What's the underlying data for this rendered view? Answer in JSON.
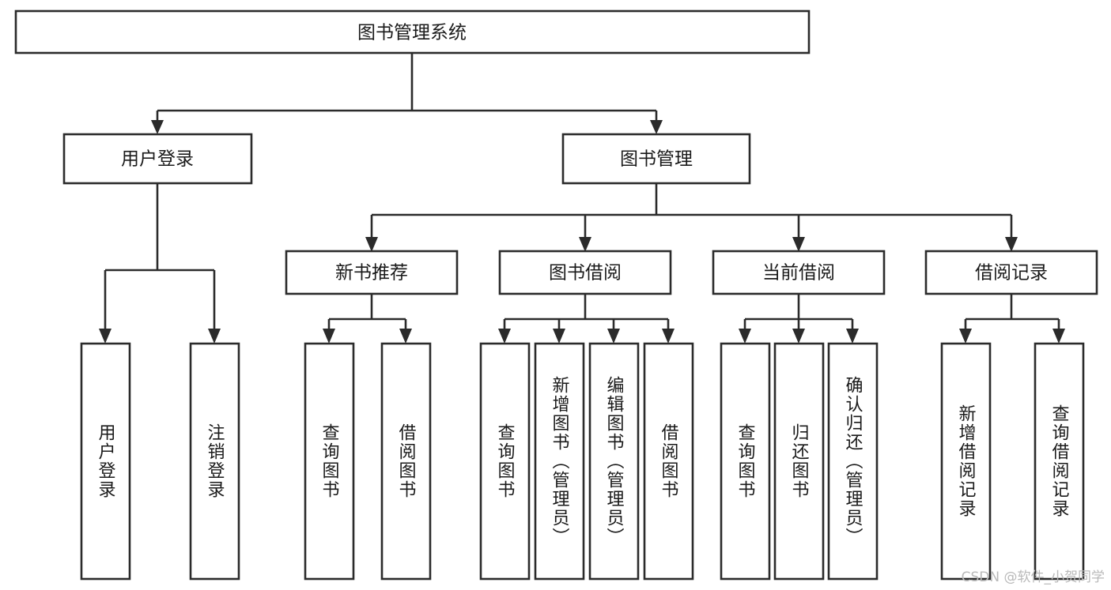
{
  "diagram": {
    "title": "图书管理系统",
    "type": "tree-hierarchy-diagram",
    "root": {
      "label": "图书管理系统",
      "level": 0
    },
    "level1": [
      {
        "label": "用户登录"
      },
      {
        "label": "图书管理"
      }
    ],
    "level2": [
      {
        "label": "新书推荐",
        "parent": "图书管理"
      },
      {
        "label": "图书借阅",
        "parent": "图书管理"
      },
      {
        "label": "当前借阅",
        "parent": "图书管理"
      },
      {
        "label": "借阅记录",
        "parent": "图书管理"
      }
    ],
    "leaves": {
      "user_login": [
        {
          "label": "用户登录"
        },
        {
          "label": "注销登录"
        }
      ],
      "new_book_recommend": [
        {
          "label": "查询图书"
        },
        {
          "label": "借阅图书"
        }
      ],
      "book_borrow": [
        {
          "label": "查询图书"
        },
        {
          "label": "新增图书（管理员）"
        },
        {
          "label": "编辑图书（管理员）"
        },
        {
          "label": "借阅图书"
        }
      ],
      "current_borrow": [
        {
          "label": "查询图书"
        },
        {
          "label": "归还图书"
        },
        {
          "label": "确认归还（管理员）"
        }
      ],
      "borrow_records": [
        {
          "label": "新增借阅记录"
        },
        {
          "label": "查询借阅记录"
        }
      ]
    }
  },
  "watermark": {
    "text": "CSDN @软件_小贺同学"
  },
  "colors": {
    "stroke": "#2b2b2b",
    "fill": "#ffffff",
    "text": "#1a1a1a",
    "watermark": "#b9b9b9"
  }
}
